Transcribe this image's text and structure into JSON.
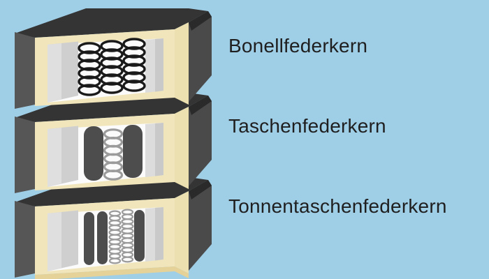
{
  "background_color": "#9FCEE7",
  "figure": {
    "description": "Stacked cross-section illustrations of three mattress spring-core types",
    "items": [
      {
        "label": "Bonellfederkern",
        "springs": "three black wire coils"
      },
      {
        "label": "Taschenfederkern",
        "springs": "wide dark pockets with one exposed grey coil"
      },
      {
        "label": "Tonnentaschenfederkern",
        "springs": "narrow dark pockets with two exposed grey barrel coils"
      }
    ],
    "palette": {
      "cover_top": "#343434",
      "side_left": "#565656",
      "side_right": "#4A4A4A",
      "foam": "#F0E5BB",
      "foam_shadow": "#E4D299",
      "interior_wall": "#CFCFCF",
      "interior": "#FBFBFB",
      "pocket": "#4D4D4D",
      "coil_black": "#1A1A1A",
      "coil_grey": "#9B9B9B",
      "text": "#1F1F1F"
    }
  }
}
